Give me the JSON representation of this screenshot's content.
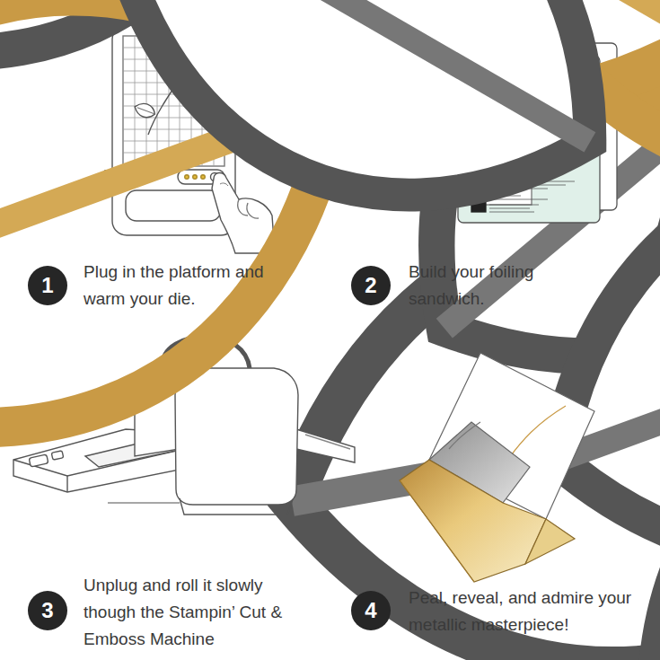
{
  "diagram": {
    "nodes": [
      {
        "text": [
          "1"
        ]
      },
      {
        "text": [
          "2"
        ]
      },
      {
        "text": [
          "3"
        ]
      },
      {
        "text": [
          "4"
        ]
      }
    ],
    "labels": [
      "Plug in the platform and warm your die.",
      "Build your foiling sandwich.",
      "Unplug and roll it slowly though the Stampin’ Cut & Emboss Machine",
      "Peal, reveal, and admire your metallic masterpiece!"
    ]
  }
}
